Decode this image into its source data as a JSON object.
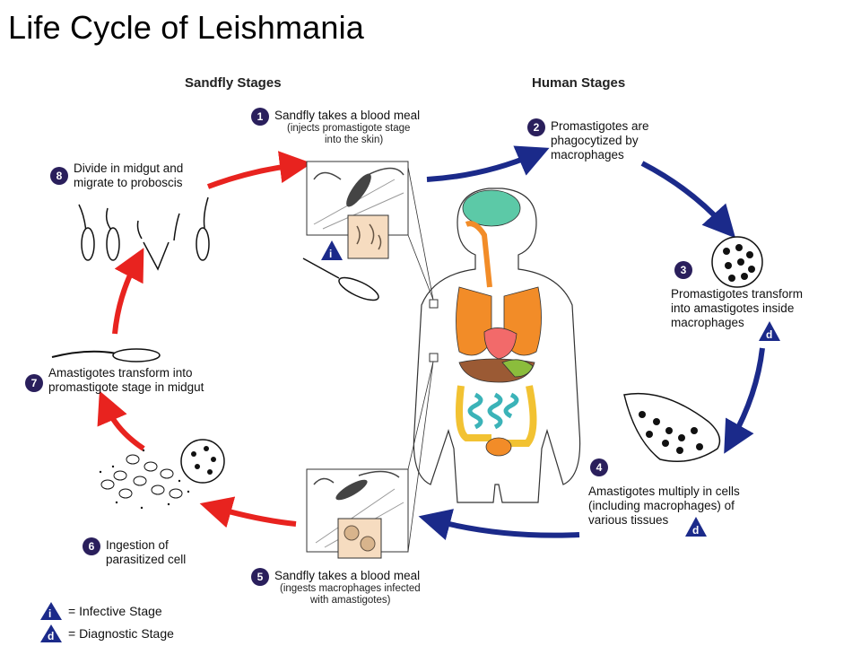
{
  "title": "Life Cycle of Leishmania",
  "headers": {
    "sandfly": "Sandfly Stages",
    "human": "Human Stages"
  },
  "steps": [
    {
      "num": "1",
      "lines": [
        "Sandfly takes a blood meal"
      ],
      "sub": [
        "(injects promastigote stage",
        "into the skin)"
      ]
    },
    {
      "num": "2",
      "lines": [
        "Promastigotes are",
        "phagocytized by",
        "macrophages"
      ],
      "sub": []
    },
    {
      "num": "3",
      "lines": [
        "Promastigotes transform",
        "into amastigotes inside",
        "macrophages"
      ],
      "sub": []
    },
    {
      "num": "4",
      "lines": [
        "Amastigotes multiply in cells",
        "(including macrophages) of",
        "various tissues"
      ],
      "sub": []
    },
    {
      "num": "5",
      "lines": [
        "Sandfly takes a blood meal"
      ],
      "sub": [
        "(ingests macrophages infected",
        "with amastigotes)"
      ]
    },
    {
      "num": "6",
      "lines": [
        "Ingestion of",
        "parasitized cell"
      ],
      "sub": []
    },
    {
      "num": "7",
      "lines": [
        "Amastigotes transform into",
        "promastigote stage in midgut"
      ],
      "sub": []
    },
    {
      "num": "8",
      "lines": [
        "Divide in midgut and",
        "migrate to proboscis"
      ],
      "sub": []
    }
  ],
  "markers": {
    "infective": "i",
    "diagnostic": "d"
  },
  "legend": [
    {
      "symbol": "i",
      "text": "= Infective Stage"
    },
    {
      "symbol": "d",
      "text": "= Diagnostic Stage"
    }
  ],
  "colors": {
    "sandfly_arrow": "#e8231f",
    "human_arrow": "#1b2a8a",
    "badge": "#2a1f5c",
    "marker": "#1b2a8a"
  }
}
